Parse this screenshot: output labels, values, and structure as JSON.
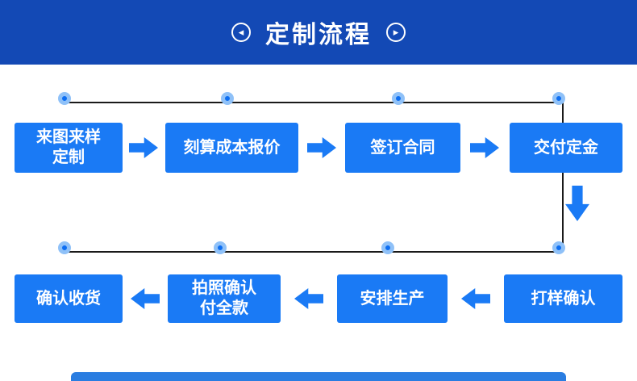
{
  "header": {
    "title": "定制流程",
    "left_icon_glyph": "◂",
    "right_icon_glyph": "▸"
  },
  "colors": {
    "header_bg": "#1349b5",
    "box_blue": "#1a7af5",
    "node_core": "#0d6ef2",
    "node_ring": "#8fc1f8",
    "line_black": "#1a1a1a",
    "bar_blue": "#2a7de1"
  },
  "flow": {
    "row1": [
      {
        "line1": "来图来样",
        "line2": "定制"
      },
      {
        "line1": "刻算成本报价",
        "line2": ""
      },
      {
        "line1": "签订合同",
        "line2": ""
      },
      {
        "line1": "交付定金",
        "line2": ""
      }
    ],
    "row2": [
      {
        "line1": "确认收货",
        "line2": ""
      },
      {
        "line1": "拍照确认",
        "line2": "付全款"
      },
      {
        "line1": "安排生产",
        "line2": ""
      },
      {
        "line1": "打样确认",
        "line2": ""
      }
    ]
  }
}
